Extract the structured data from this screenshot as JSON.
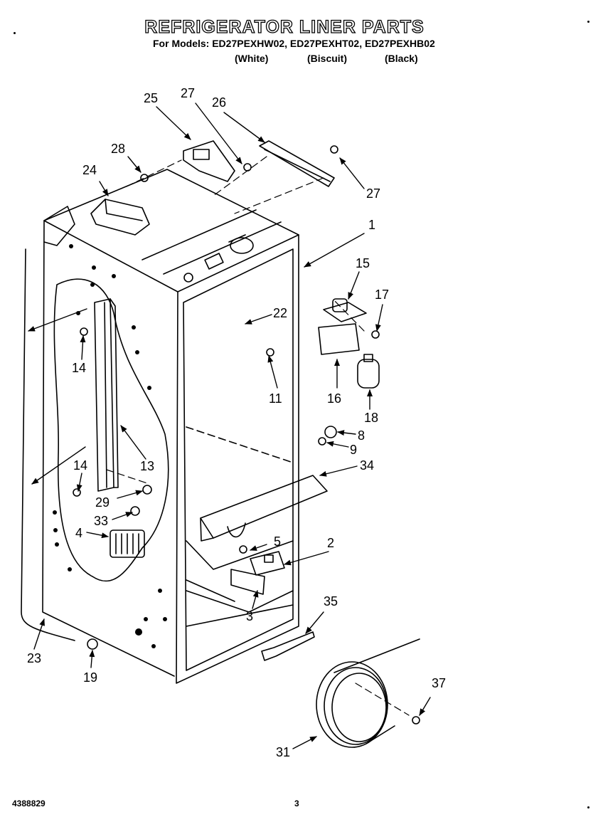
{
  "header": {
    "title": "REFRIGERATOR LINER PARTS",
    "models_line": "For Models: ED27PEXHW02, ED27PEXHT02, ED27PEXHB02",
    "variants": [
      "(White)",
      "(Biscuit)",
      "(Black)"
    ]
  },
  "callouts": [
    "25",
    "27",
    "26",
    "28",
    "24",
    "27",
    "1",
    "15",
    "17",
    "22",
    "14",
    "11",
    "16",
    "18",
    "8",
    "9",
    "13",
    "14",
    "34",
    "29",
    "33",
    "4",
    "5",
    "2",
    "35",
    "3",
    "23",
    "19",
    "37",
    "31"
  ],
  "footer": {
    "doc_number": "4388829",
    "page_number": "3"
  }
}
